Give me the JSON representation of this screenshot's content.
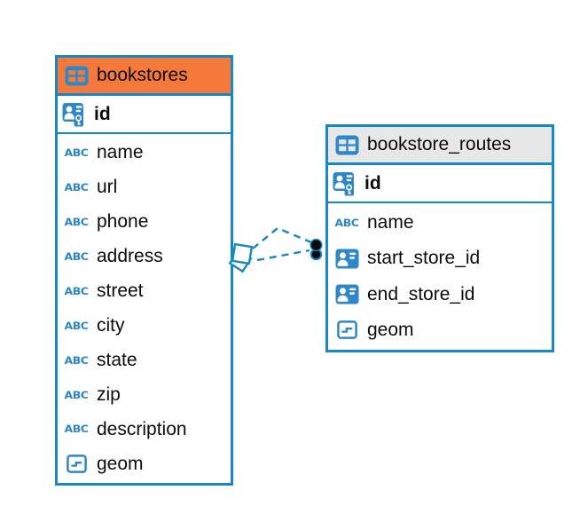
{
  "colors": {
    "accent_blue": "#1787C6",
    "icon_blue": "#2E87C8",
    "header_orange": "#F5793B",
    "header_gray": "#E7E7E7",
    "marker_black": "#0A0A0A",
    "text": "#0B0B0B"
  },
  "icons": {
    "text_type_label": "ABC"
  },
  "tables": [
    {
      "name": "bookstores",
      "header_color": "#F5793B",
      "primary_key": {
        "label": "id"
      },
      "columns": [
        {
          "label": "name",
          "type": "text"
        },
        {
          "label": "url",
          "type": "text"
        },
        {
          "label": "phone",
          "type": "text"
        },
        {
          "label": "address",
          "type": "text"
        },
        {
          "label": "street",
          "type": "text"
        },
        {
          "label": "city",
          "type": "text"
        },
        {
          "label": "state",
          "type": "text"
        },
        {
          "label": "zip",
          "type": "text"
        },
        {
          "label": "description",
          "type": "text"
        },
        {
          "label": "geom",
          "type": "geometry"
        }
      ]
    },
    {
      "name": "bookstore_routes",
      "header_color": "#E7E7E7",
      "primary_key": {
        "label": "id"
      },
      "columns": [
        {
          "label": "name",
          "type": "text"
        },
        {
          "label": "start_store_id",
          "type": "reference"
        },
        {
          "label": "end_store_id",
          "type": "reference"
        },
        {
          "label": "geom",
          "type": "geometry"
        }
      ]
    }
  ],
  "relationships": [
    {
      "from": "bookstores",
      "to": "bookstore_routes",
      "line_style": "dashed",
      "from_marker": "diamond",
      "to_marker": "dot"
    },
    {
      "from": "bookstores",
      "to": "bookstore_routes",
      "line_style": "dashed",
      "from_marker": "diamond",
      "to_marker": "dot"
    }
  ]
}
